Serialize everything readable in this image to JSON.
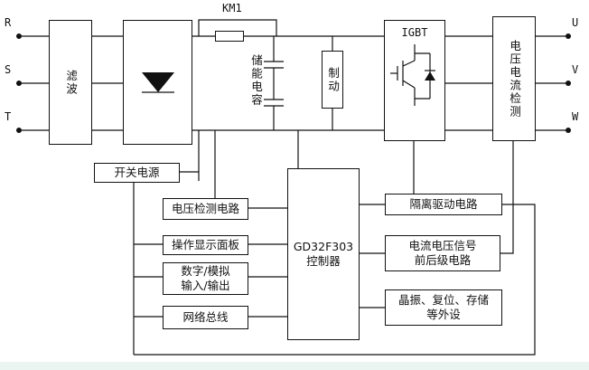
{
  "terminals": {
    "inputs": [
      "R",
      "S",
      "T"
    ],
    "outputs": [
      "U",
      "V",
      "W"
    ]
  },
  "blocks": {
    "filter": "滤波",
    "contactor": "KM1",
    "capacitor": "储能电容",
    "brake": "制动",
    "igbt": "IGBT",
    "vi_detect": "电压电流检测",
    "switch_ps": "开关电源",
    "voltage_detect": "电压检测电路",
    "panel": "操作显示面板",
    "analog_io_1": "数字/模拟",
    "analog_io_2": "输入/输出",
    "network": "网络总线",
    "controller_1": "GD32F303",
    "controller_2": "控制器",
    "isolation": "隔离驱动电路",
    "signal_1": "电流电压信号",
    "signal_2": "前后级电路",
    "peripherals_1": "晶振、复位、存储",
    "peripherals_2": "等外设"
  }
}
